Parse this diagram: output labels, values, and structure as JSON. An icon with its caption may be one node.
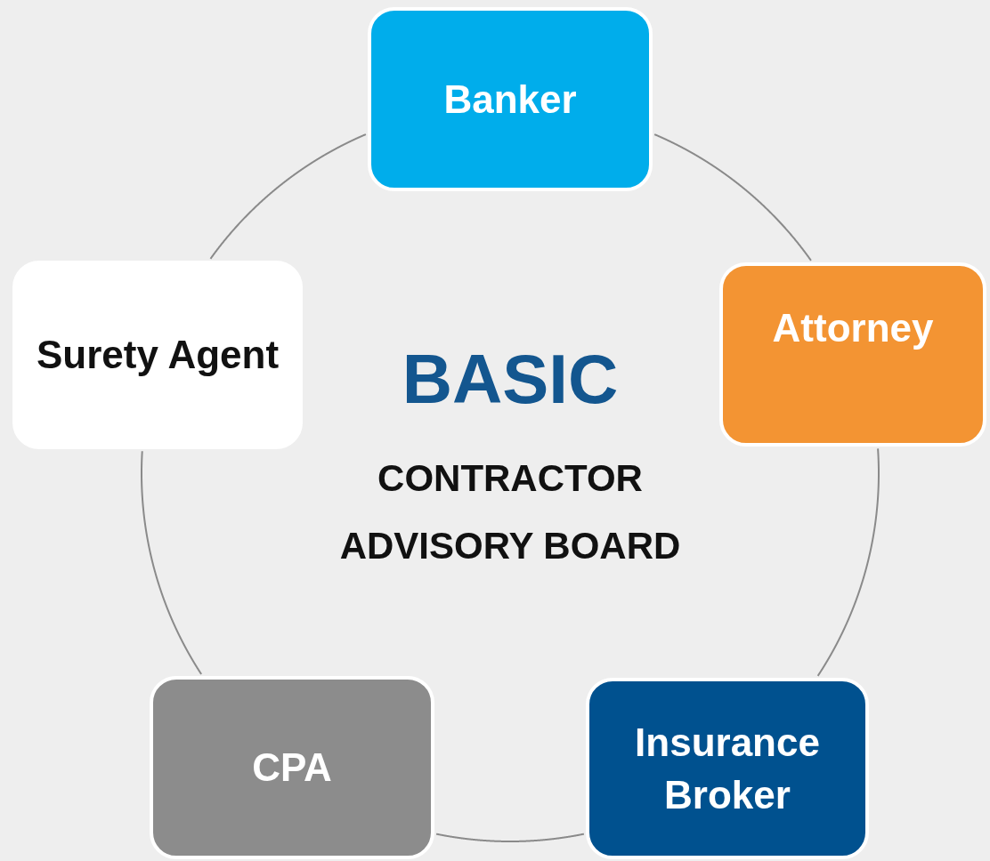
{
  "diagram": {
    "nodes": [
      {
        "text": [
          "Banker"
        ]
      },
      {
        "text": [
          "Attorney"
        ]
      },
      {
        "text": [
          "Insurance Broker"
        ]
      },
      {
        "text": [
          "CPA"
        ]
      },
      {
        "text": [
          "Surety Agent"
        ]
      }
    ],
    "edges": [
      {
        "from": 0,
        "to": 1,
        "arrow": "none"
      },
      {
        "from": 1,
        "to": 2,
        "arrow": "none"
      },
      {
        "from": 2,
        "to": 3,
        "arrow": "none"
      },
      {
        "from": 3,
        "to": 4,
        "arrow": "none"
      },
      {
        "from": 4,
        "to": 0,
        "arrow": "none"
      }
    ],
    "labels": [
      "BASIC",
      "CONTRACTOR ADVISORY BOARD"
    ]
  }
}
